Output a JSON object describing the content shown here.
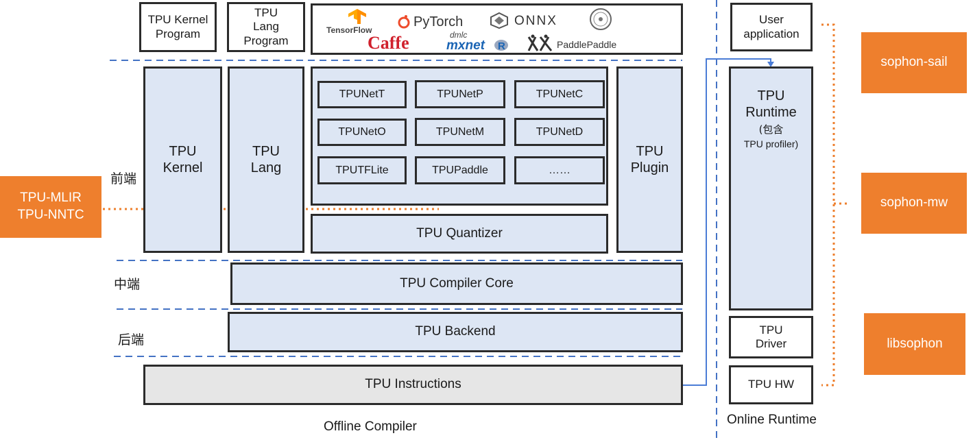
{
  "top_row": {
    "kernel_program": [
      "TPU Kernel",
      "Program"
    ],
    "lang_program": [
      "TPU",
      "Lang",
      "Program"
    ],
    "frameworks": {
      "tensorflow": "TensorFlow",
      "pytorch": "PyTorch",
      "onnx": "ONNX",
      "caffe": "Caffe",
      "mxnet_prefix": "dmlc",
      "mxnet": "mxnet",
      "paddle": "PaddlePaddle"
    }
  },
  "front": {
    "kernel": [
      "TPU",
      "Kernel"
    ],
    "lang": [
      "TPU",
      "Lang"
    ],
    "plugin": [
      "TPU",
      "Plugin"
    ],
    "nets": [
      "TPUNetT",
      "TPUNetP",
      "TPUNetC",
      "TPUNetO",
      "TPUNetM",
      "TPUNetD",
      "TPUTFLite",
      "TPUPaddle",
      "……"
    ],
    "quantizer": "TPU Quantizer"
  },
  "middle": {
    "core": "TPU Compiler Core"
  },
  "back": {
    "backend": "TPU Backend"
  },
  "instructions": "TPU Instructions",
  "stages": {
    "front": "前端",
    "middle": "中端",
    "back": "后端"
  },
  "tools_tag": [
    "TPU-MLIR",
    "TPU-NNTC"
  ],
  "section_labels": {
    "offline": "Offline Compiler",
    "online": "Online Runtime"
  },
  "runtime_stack": {
    "user_app": [
      "User",
      "application"
    ],
    "runtime": [
      "TPU",
      "Runtime",
      "(包含",
      "TPU profiler)"
    ],
    "driver": [
      "TPU",
      "Driver"
    ],
    "hw": "TPU HW"
  },
  "sdk_tags": {
    "sail": "sophon-sail",
    "mw": "sophon-mw",
    "lib": "libsophon"
  },
  "colors": {
    "box_fill": "#dde6f4",
    "orange": "#ee7f2d",
    "dash_blue": "#4472c4",
    "connector": "#4a7cd6"
  }
}
